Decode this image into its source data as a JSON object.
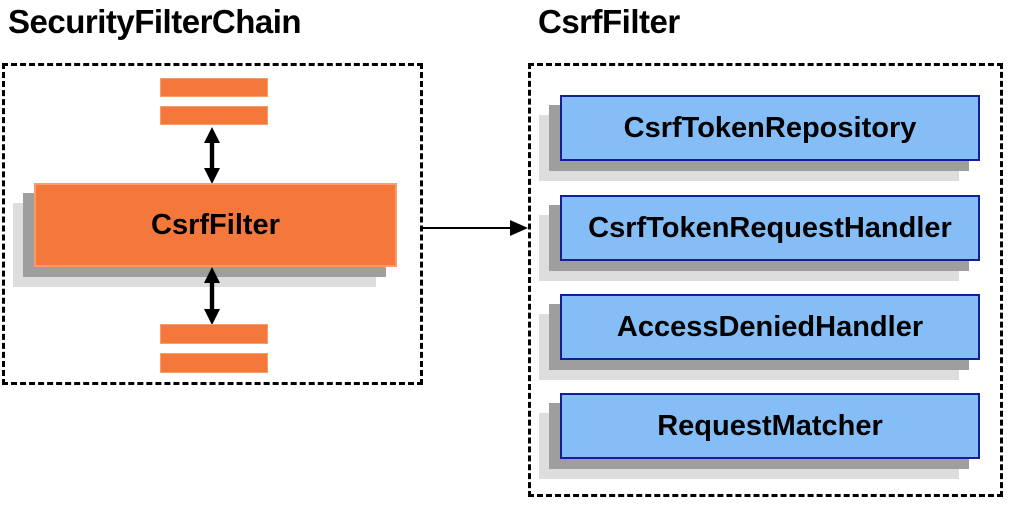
{
  "diagram": {
    "left_panel": {
      "title": "SecurityFilterChain",
      "node_label": "CsrfFilter"
    },
    "right_panel": {
      "title": "CsrfFilter",
      "components": [
        "CsrfTokenRepository",
        "CsrfTokenRequestHandler",
        "AccessDeniedHandler",
        "RequestMatcher"
      ]
    },
    "colors": {
      "orange_fill": "#F4773B",
      "orange_border": "#F79E68",
      "blue_fill": "#85BEF7",
      "blue_border": "#141E96",
      "shadow_gray": "#9E9E9E",
      "shadow_light": "#DDDDDD",
      "line_black": "#000000"
    }
  }
}
